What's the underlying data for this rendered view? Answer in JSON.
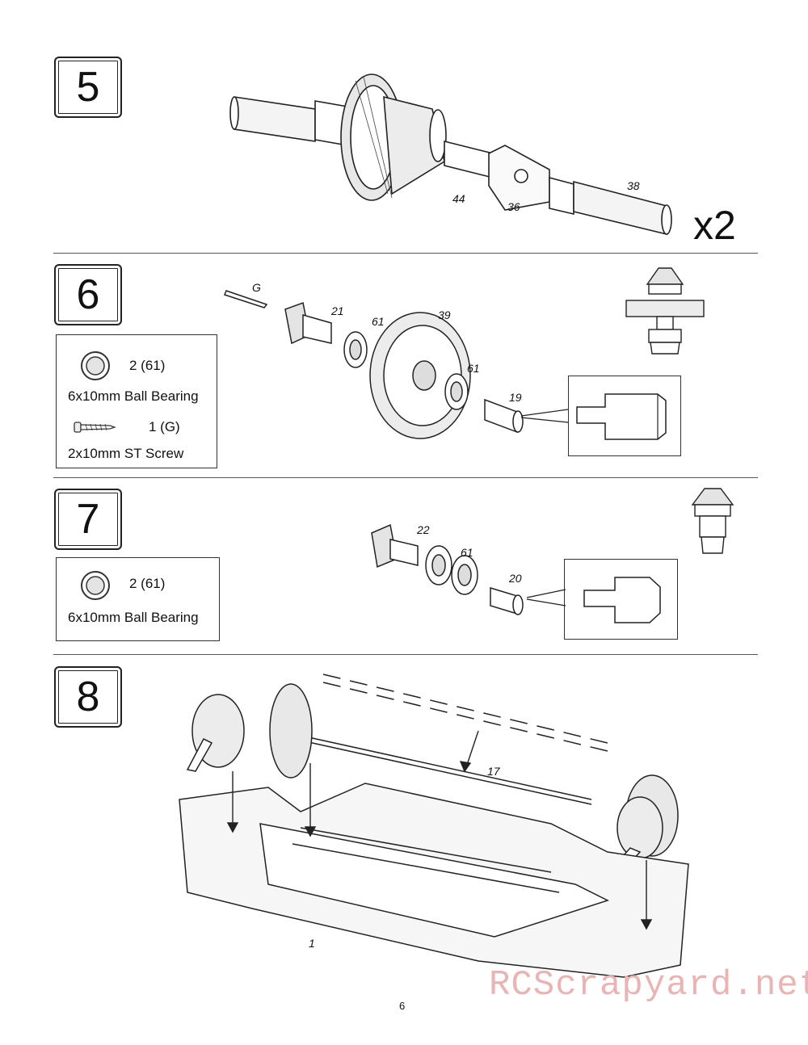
{
  "steps": [
    {
      "number": "5",
      "multiplier": "x2",
      "labels": [
        "38",
        "44",
        "36"
      ]
    },
    {
      "number": "6",
      "labels": [
        "G",
        "21",
        "61",
        "39",
        "61",
        "19"
      ],
      "parts": [
        {
          "qty": "2 (61)",
          "name": "6x10mm Ball Bearing",
          "icon": "ball-bearing-icon"
        },
        {
          "qty": "1 (G)",
          "name": "2x10mm ST Screw",
          "icon": "screw-icon"
        }
      ]
    },
    {
      "number": "7",
      "labels": [
        "22",
        "61",
        "20"
      ],
      "parts": [
        {
          "qty": "2 (61)",
          "name": "6x10mm Ball Bearing",
          "icon": "ball-bearing-icon"
        }
      ]
    },
    {
      "number": "8",
      "labels": [
        "17",
        "1"
      ]
    }
  ],
  "watermark": "RCScrapyard.net",
  "page_number": "6"
}
